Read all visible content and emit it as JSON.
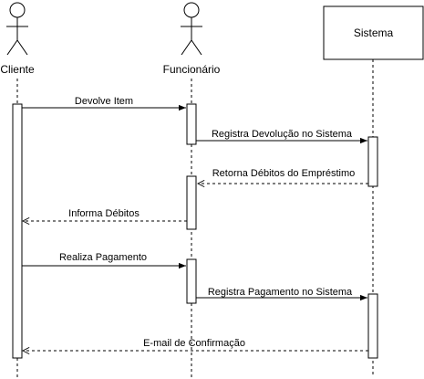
{
  "diagram": {
    "participants": [
      {
        "id": "cliente",
        "label": "Cliente",
        "kind": "actor"
      },
      {
        "id": "funcionario",
        "label": "Funcionário",
        "kind": "actor"
      },
      {
        "id": "sistema",
        "label": "Sistema",
        "kind": "box"
      }
    ],
    "messages": [
      {
        "from": "cliente",
        "to": "funcionario",
        "label": "Devolve Item",
        "style": "sync"
      },
      {
        "from": "funcionario",
        "to": "sistema",
        "label": "Registra Devolução no Sistema",
        "style": "sync"
      },
      {
        "from": "sistema",
        "to": "funcionario",
        "label": "Retorna Débitos do Empréstimo",
        "style": "return"
      },
      {
        "from": "funcionario",
        "to": "cliente",
        "label": "Informa Débitos",
        "style": "return"
      },
      {
        "from": "cliente",
        "to": "funcionario",
        "label": "Realiza Pagamento",
        "style": "sync"
      },
      {
        "from": "funcionario",
        "to": "sistema",
        "label": "Registra Pagamento no Sistema",
        "style": "sync"
      },
      {
        "from": "sistema",
        "to": "cliente",
        "label": "E-mail de Confirmação",
        "style": "return"
      }
    ]
  }
}
